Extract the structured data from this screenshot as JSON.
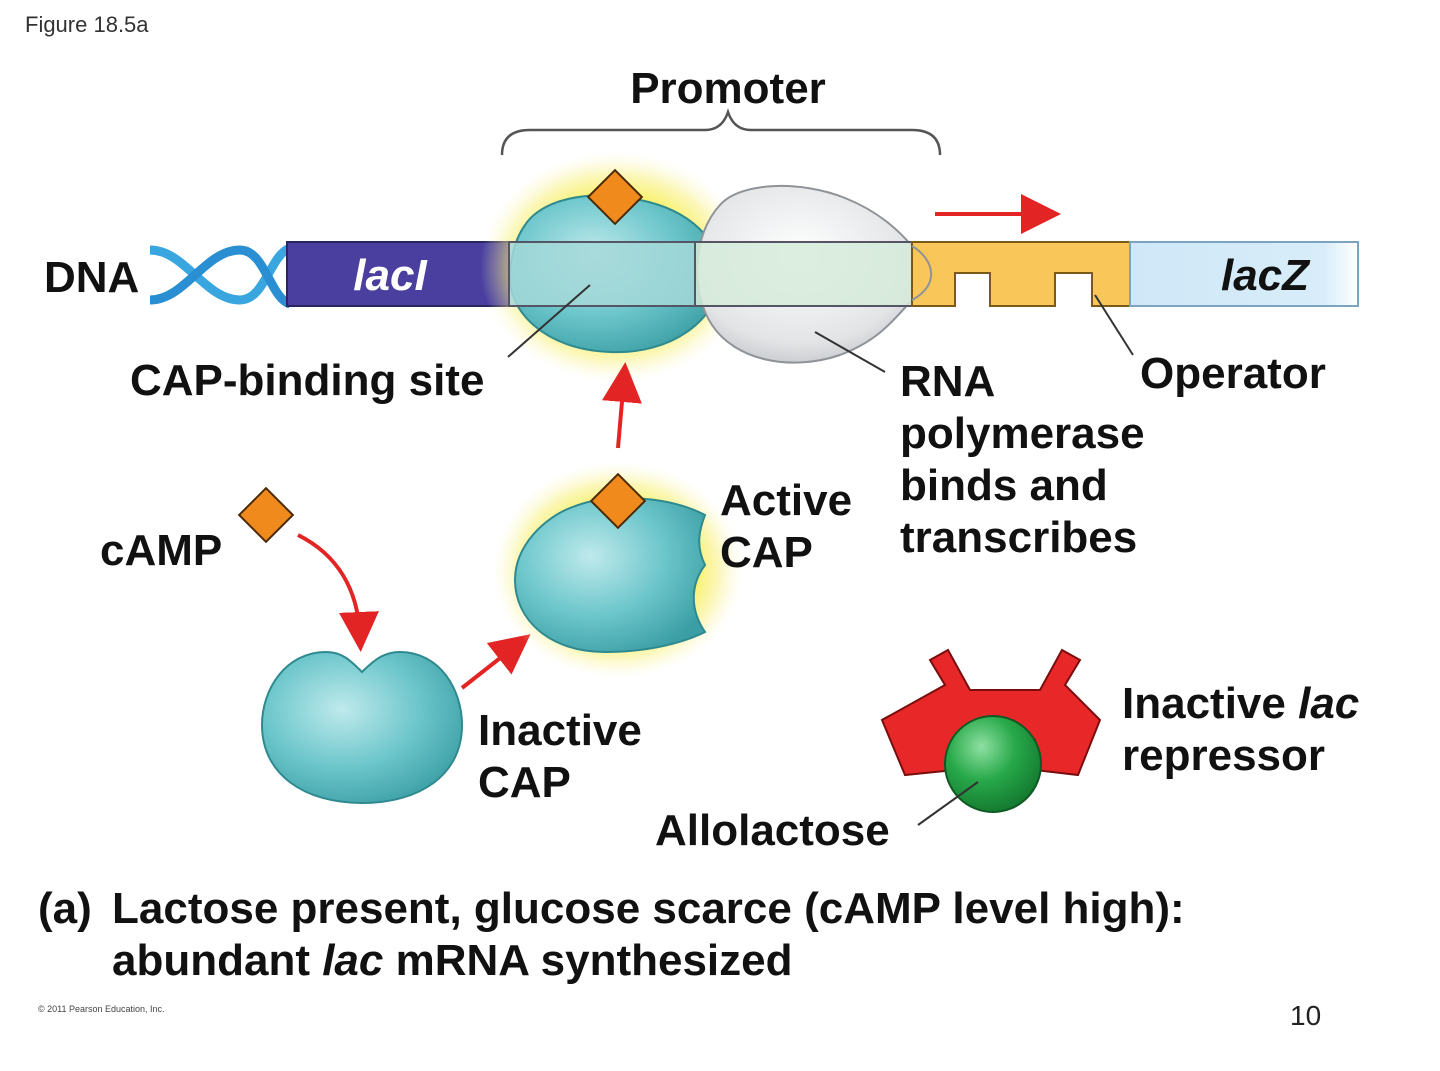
{
  "figure_label": "Figure 18.5a",
  "labels": {
    "promoter": "Promoter",
    "dna": "DNA",
    "lacI": "lacI",
    "lacZ": "lacZ",
    "cap_binding_site": "CAP-binding site",
    "operator": "Operator",
    "rna_pol_1": "RNA",
    "rna_pol_2": "polymerase",
    "rna_pol_3": "binds and",
    "rna_pol_4": "transcribes",
    "camp": "cAMP",
    "active_cap_1": "Active",
    "active_cap_2": "CAP",
    "inactive_cap_1": "Inactive",
    "inactive_cap_2": "CAP",
    "inactive_repressor_1a": "Inactive ",
    "inactive_repressor_1b": "lac",
    "inactive_repressor_2": "repressor",
    "allolactose": "Allolactose"
  },
  "caption": {
    "part": "(a)",
    "line1": "Lactose present, glucose scarce (cAMP level high):",
    "line2a": "abundant ",
    "line2b": "lac",
    "line2c": " mRNA synthesized"
  },
  "copyright": "© 2011 Pearson Education, Inc.",
  "page_number": "10",
  "colors": {
    "laci": "#4a3f9f",
    "lacz": "#cfe6f6",
    "operator": "#f9c65a",
    "cap": "#5bbfc4",
    "camp": "#f08a1c",
    "repressor": "#e82828",
    "allolactose": "#1e9e3c",
    "arrow": "#e32424",
    "glow": "#f6ef5a"
  }
}
